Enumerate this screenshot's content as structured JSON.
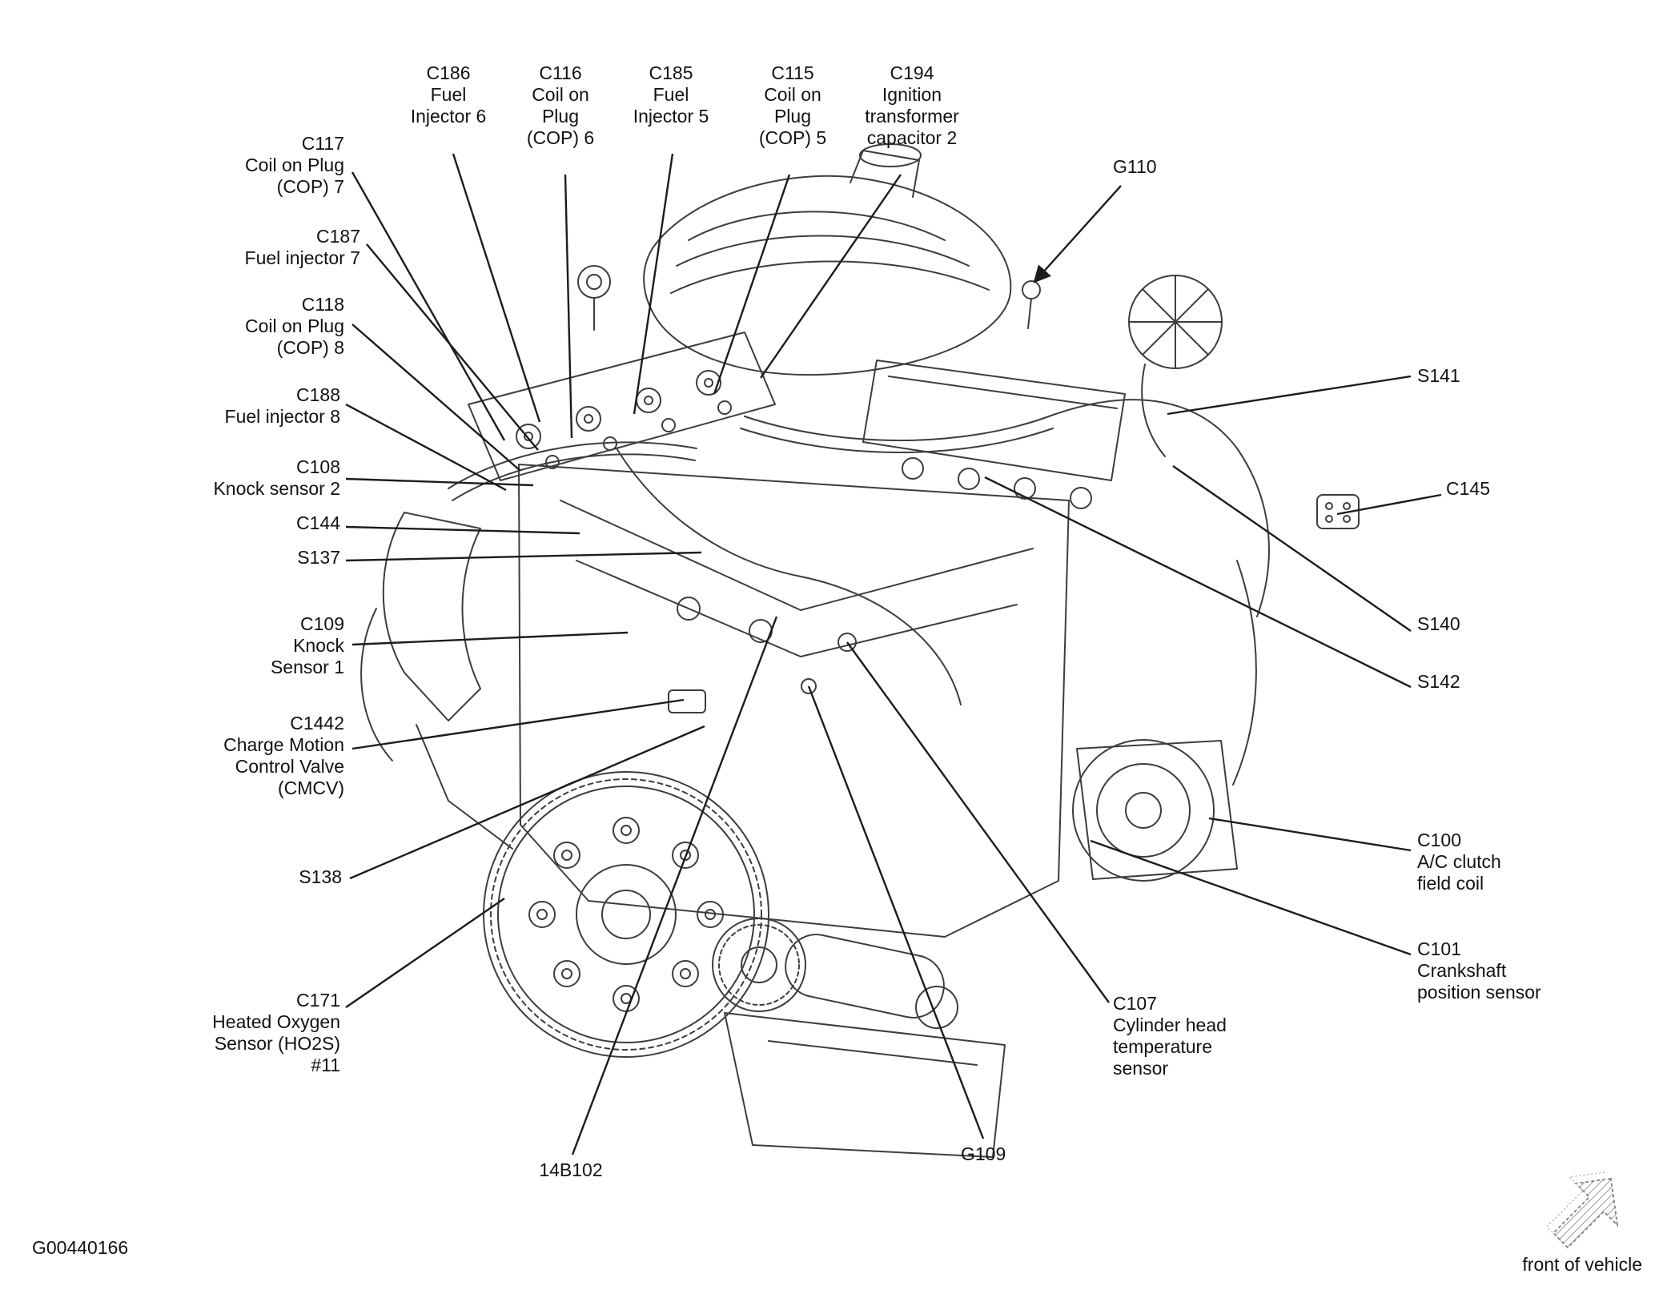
{
  "figure": {
    "id": "G00440166",
    "front_label": "front of vehicle"
  },
  "callouts": [
    {
      "key": "c186",
      "text": "C186\nFuel\nInjector 6"
    },
    {
      "key": "c116",
      "text": "C116\nCoil on\nPlug\n(COP) 6"
    },
    {
      "key": "c185",
      "text": "C185\nFuel\nInjector 5"
    },
    {
      "key": "c115",
      "text": "C115\nCoil on\nPlug\n(COP) 5"
    },
    {
      "key": "c194",
      "text": "C194\nIgnition\ntransformer\ncapacitor 2"
    },
    {
      "key": "g110",
      "text": "G110"
    },
    {
      "key": "c117",
      "text": "C117\nCoil on Plug\n(COP) 7"
    },
    {
      "key": "c187",
      "text": "C187\nFuel injector 7"
    },
    {
      "key": "c118",
      "text": "C118\nCoil on Plug\n(COP) 8"
    },
    {
      "key": "c188",
      "text": "C188\nFuel injector 8"
    },
    {
      "key": "c108",
      "text": "C108\nKnock sensor 2"
    },
    {
      "key": "c144",
      "text": "C144"
    },
    {
      "key": "s137",
      "text": "S137"
    },
    {
      "key": "c109",
      "text": "C109\nKnock\nSensor 1"
    },
    {
      "key": "c1442",
      "text": "C1442\nCharge Motion\nControl Valve\n(CMCV)"
    },
    {
      "key": "s138",
      "text": "S138"
    },
    {
      "key": "c171",
      "text": "C171\nHeated Oxygen\nSensor (HO2S)\n#11"
    },
    {
      "key": "14b102",
      "text": "14B102"
    },
    {
      "key": "g109",
      "text": "G109"
    },
    {
      "key": "c107",
      "text": "C107\nCylinder head\ntemperature\nsensor"
    },
    {
      "key": "c101",
      "text": "C101\nCrankshaft\nposition sensor"
    },
    {
      "key": "c100",
      "text": "C100\nA/C clutch\nfield coil"
    },
    {
      "key": "s142",
      "text": "S142"
    },
    {
      "key": "s140",
      "text": "S140"
    },
    {
      "key": "c145",
      "text": "C145"
    },
    {
      "key": "s141",
      "text": "S141"
    }
  ]
}
